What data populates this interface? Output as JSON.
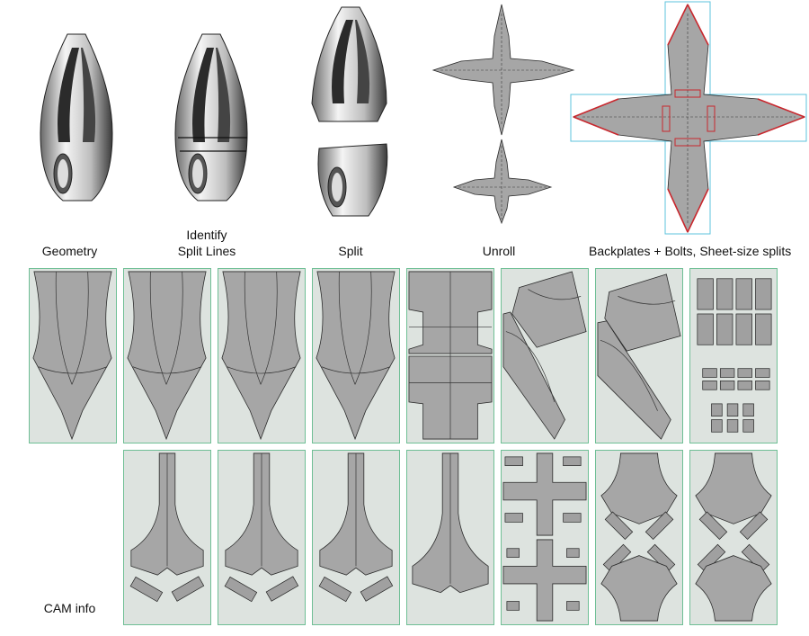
{
  "stages": [
    {
      "label": "Geometry"
    },
    {
      "label": "Identify\nSplit Lines"
    },
    {
      "label": "Split"
    },
    {
      "label": "Unroll"
    },
    {
      "label": "Backplates + Bolts, Sheet-size splits"
    }
  ],
  "cam_label": "CAM info",
  "colors": {
    "sheet_fill": "#dde3df",
    "sheet_border": "#6fbf95",
    "part_fill": "#a6a6a6",
    "bolt": "#d23ad8",
    "bounding_box": "#5ec3dc",
    "seam": "#c8282e"
  },
  "sheets_row1": [
    {
      "content": "tall-leaf"
    },
    {
      "content": "tall-leaf"
    },
    {
      "content": "tall-leaf"
    },
    {
      "content": "tall-leaf"
    },
    {
      "content": "cross-halves"
    },
    {
      "content": "rotated-panels"
    },
    {
      "content": "rotated-panels"
    },
    {
      "content": "backplate-grid"
    }
  ],
  "sheets_row2": [
    {
      "content": "stem-with-plates"
    },
    {
      "content": "stem-with-plates"
    },
    {
      "content": "stem-with-plates"
    },
    {
      "content": "stem"
    },
    {
      "content": "cross-with-plates"
    },
    {
      "content": "fan-pair"
    },
    {
      "content": "fan-pair"
    }
  ]
}
